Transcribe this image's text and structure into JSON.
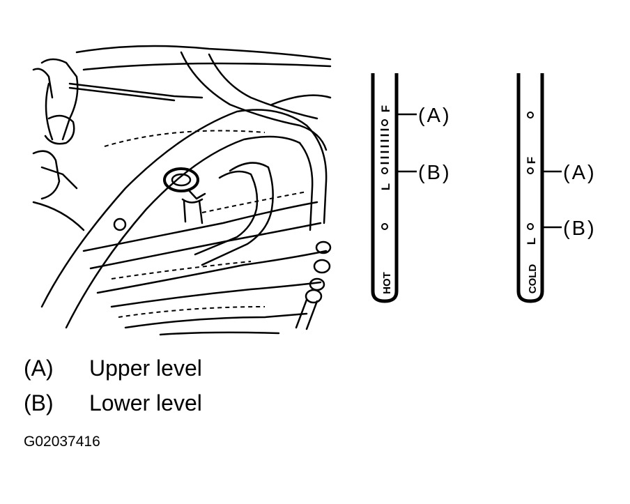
{
  "legend": [
    {
      "key": "(A)",
      "text": "Upper level"
    },
    {
      "key": "(B)",
      "text": "Lower level"
    }
  ],
  "figure_code": "G02037416",
  "dipsticks": {
    "hot": {
      "side_label": "HOT",
      "mark_full": "F",
      "mark_low": "L",
      "callout_upper": "(A)",
      "callout_lower": "(B)"
    },
    "cold": {
      "side_label": "COLD",
      "mark_full": "F",
      "mark_low": "L",
      "callout_upper": "(A)",
      "callout_lower": "(B)"
    }
  }
}
